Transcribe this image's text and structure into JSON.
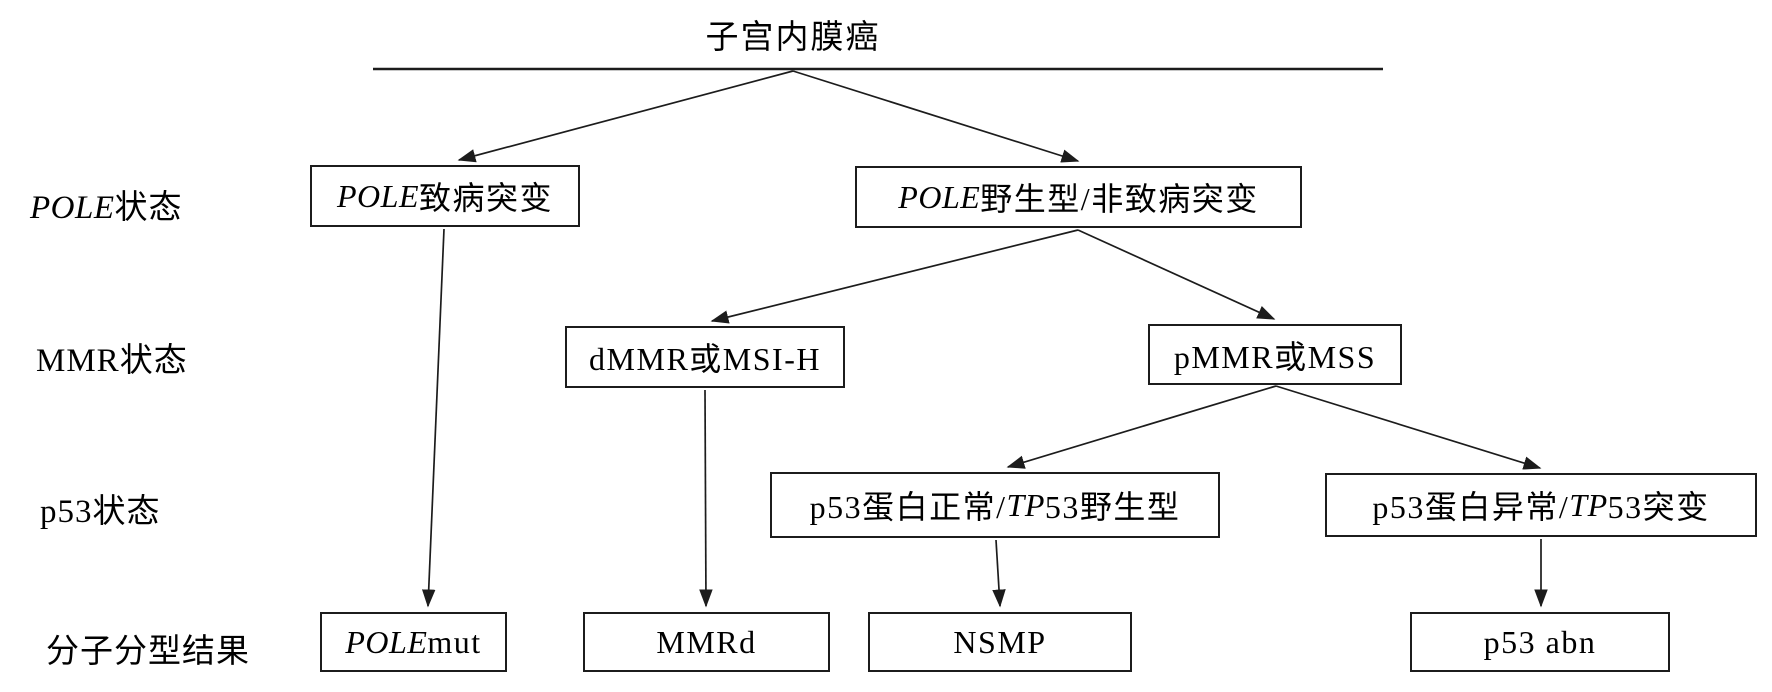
{
  "figure": {
    "title": "子宫内膜癌",
    "type": "flowchart",
    "colors": {
      "background": "#ffffff",
      "line": "#1c1c1c",
      "text": "#000000",
      "box_border": "#1c1c1c"
    }
  },
  "row_labels": [
    {
      "pre": "",
      "italic": "POLE",
      "post": "状态"
    },
    {
      "pre": "MMR状态",
      "italic": "",
      "post": ""
    },
    {
      "pre": "p53状态",
      "italic": "",
      "post": ""
    },
    {
      "pre": "分子分型结果",
      "italic": "",
      "post": ""
    }
  ],
  "nodes": {
    "pole_pathogenic": {
      "pre": "",
      "italic": "POLE",
      "post": "致病突变"
    },
    "pole_wildtype": {
      "pre": "",
      "italic": "POLE",
      "post": "野生型/非致病突变"
    },
    "dmmr": {
      "pre": "dMMR或MSI-H",
      "italic": "",
      "post": ""
    },
    "pmmr": {
      "pre": "pMMR或MSS",
      "italic": "",
      "post": ""
    },
    "p53_normal": {
      "pre": "p53蛋白正常/",
      "italic": "TP",
      "post": "53野生型"
    },
    "p53_abnormal": {
      "pre": "p53蛋白异常/",
      "italic": "TP",
      "post": "53突变"
    },
    "result_pole_mut": {
      "pre": "",
      "italic": "POLE",
      "post": " mut"
    },
    "result_mmrd": {
      "pre": "MMRd",
      "italic": "",
      "post": ""
    },
    "result_nsmp": {
      "pre": "NSMP",
      "italic": "",
      "post": ""
    },
    "result_p53_abn": {
      "pre": "p53 abn",
      "italic": "",
      "post": ""
    }
  }
}
